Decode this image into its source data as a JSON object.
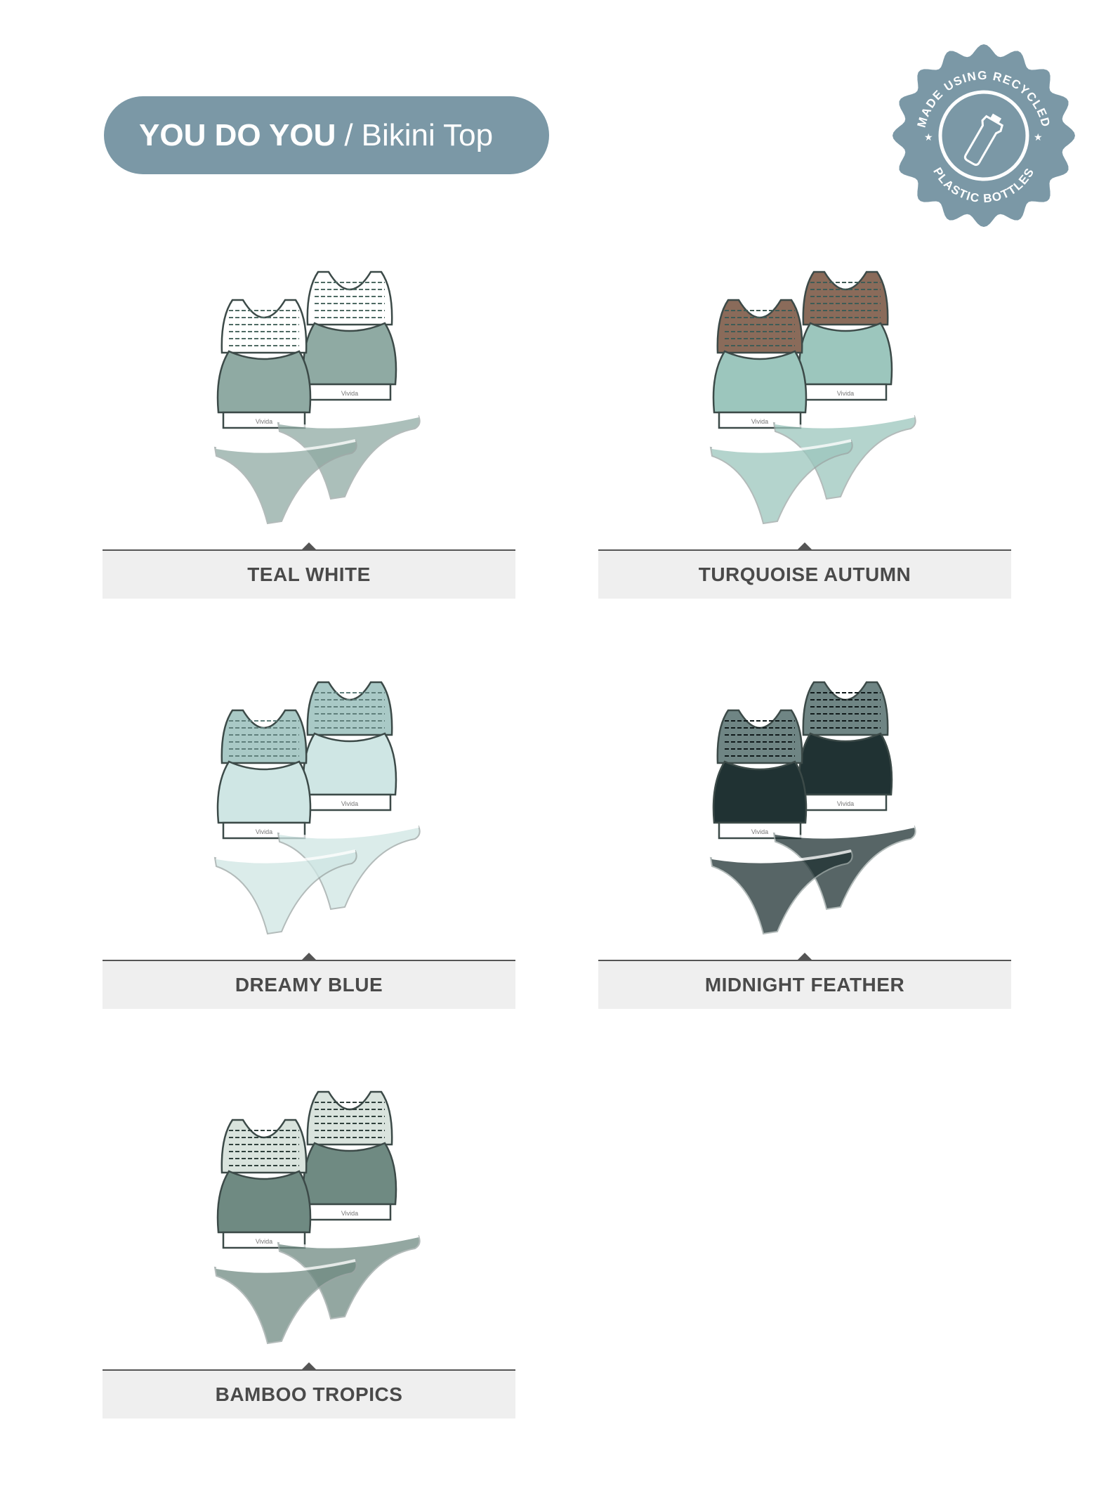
{
  "header": {
    "brand": "YOU DO YOU",
    "separator": "/",
    "product": "Bikini Top"
  },
  "badge": {
    "top_text": "MADE USING RECYCLED",
    "bottom_text": "PLASTIC BOTTLES",
    "icon": "recycled-bottle-icon"
  },
  "swatches": [
    {
      "name": "TEAL WHITE",
      "main": "#8faaa3",
      "accent": "#ffffff",
      "dark": "#4f6b64"
    },
    {
      "name": "TURQUOISE AUTUMN",
      "main": "#9cc6bd",
      "accent": "#8a6b5a",
      "dark": "#3f5c56"
    },
    {
      "name": "DREAMY BLUE",
      "main": "#cfe6e4",
      "accent": "#a9c9c6",
      "dark": "#5f7f7b"
    },
    {
      "name": "MIDNIGHT FEATHER",
      "main": "#203233",
      "accent": "#6f8584",
      "dark": "#101a1b"
    },
    {
      "name": "BAMBOO TROPICS",
      "main": "#6f8a82",
      "accent": "#d9e3dd",
      "dark": "#2f403c"
    }
  ],
  "brand_mark": "Vivida",
  "colors": {
    "pill": "#7b98a6",
    "label_bg": "#efefef",
    "label_text": "#4a4a4a"
  }
}
